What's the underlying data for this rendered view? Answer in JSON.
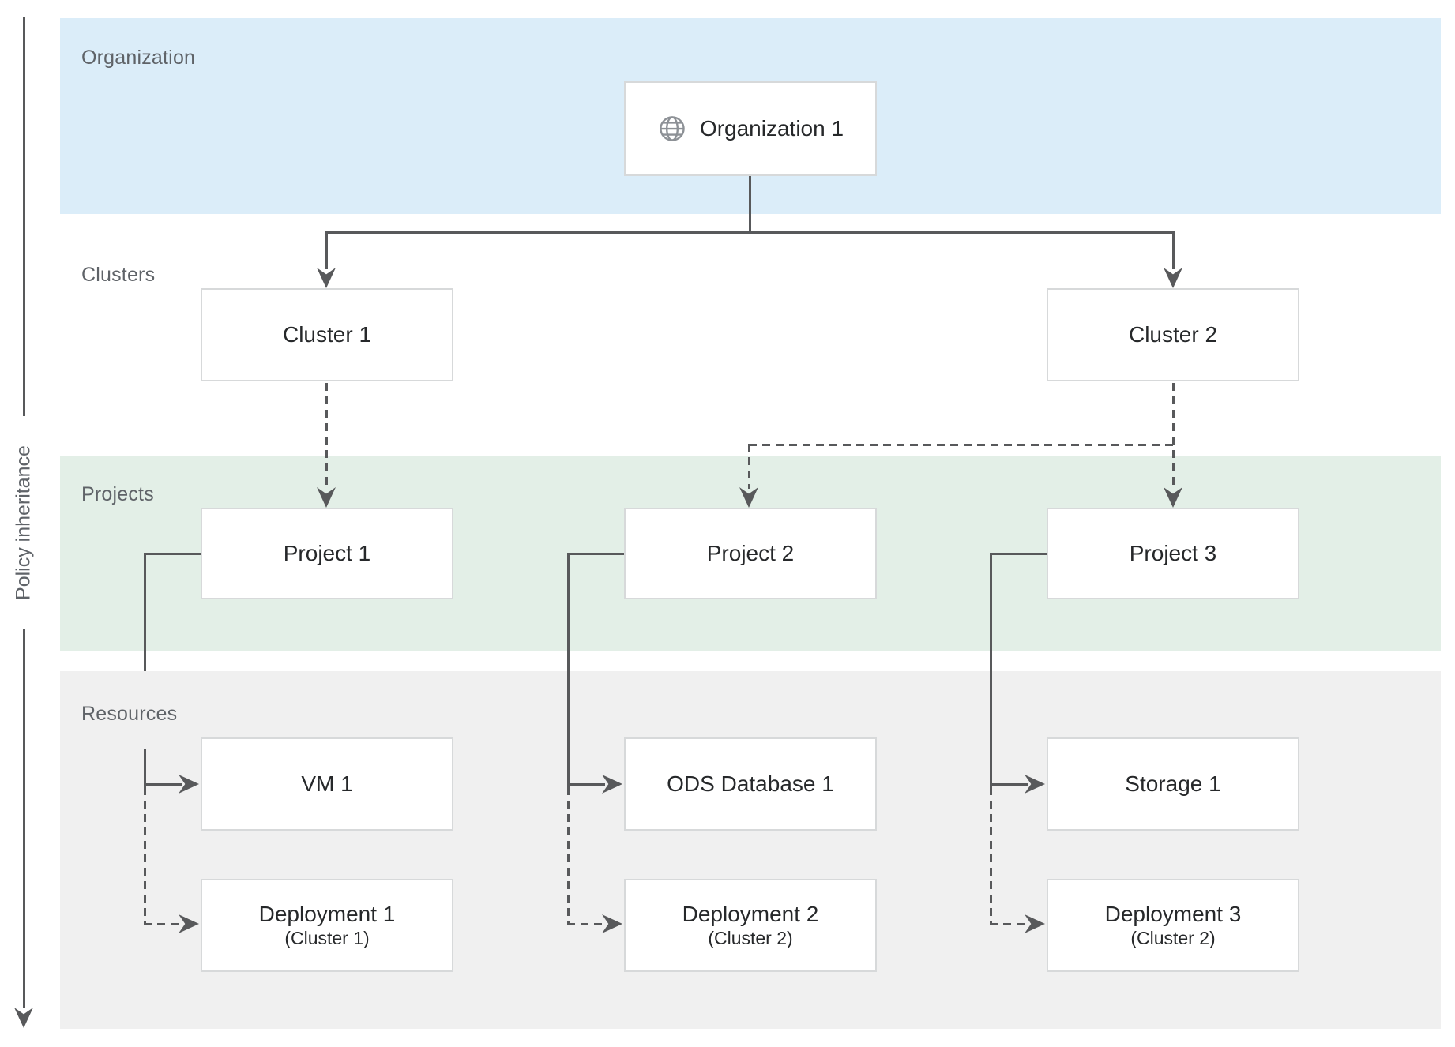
{
  "diagram": {
    "policy_axis_label": "Policy inheritance",
    "bands": [
      {
        "id": "organization",
        "label": "Organization",
        "color": "#dbedf9"
      },
      {
        "id": "clusters",
        "label": "Clusters",
        "color": "#ffffff"
      },
      {
        "id": "projects",
        "label": "Projects",
        "color": "#e3efe7"
      },
      {
        "id": "resources",
        "label": "Resources",
        "color": "#f0f0f0"
      }
    ],
    "nodes": {
      "organization1": {
        "label": "Organization 1",
        "icon": "globe-icon"
      },
      "cluster1": {
        "label": "Cluster 1"
      },
      "cluster2": {
        "label": "Cluster 2"
      },
      "project1": {
        "label": "Project 1"
      },
      "project2": {
        "label": "Project 2"
      },
      "project3": {
        "label": "Project 3"
      },
      "vm1": {
        "label": "VM 1"
      },
      "ods_database1": {
        "label": "ODS Database 1"
      },
      "storage1": {
        "label": "Storage 1"
      },
      "deployment1": {
        "label": "Deployment 1",
        "sublabel": "(Cluster 1)"
      },
      "deployment2": {
        "label": "Deployment 2",
        "sublabel": "(Cluster 2)"
      },
      "deployment3": {
        "label": "Deployment 3",
        "sublabel": "(Cluster 2)"
      }
    },
    "edges": [
      {
        "from": "Organization 1",
        "to": "Cluster 1",
        "style": "solid"
      },
      {
        "from": "Organization 1",
        "to": "Cluster 2",
        "style": "solid"
      },
      {
        "from": "Cluster 1",
        "to": "Project 1",
        "style": "dashed"
      },
      {
        "from": "Cluster 2",
        "to": "Project 2",
        "style": "dashed"
      },
      {
        "from": "Cluster 2",
        "to": "Project 3",
        "style": "dashed"
      },
      {
        "from": "Project 1",
        "to": "VM 1",
        "style": "solid"
      },
      {
        "from": "Project 1",
        "to": "Deployment 1",
        "style": "dashed"
      },
      {
        "from": "Project 2",
        "to": "ODS Database 1",
        "style": "solid"
      },
      {
        "from": "Project 2",
        "to": "Deployment 2",
        "style": "dashed"
      },
      {
        "from": "Project 3",
        "to": "Storage 1",
        "style": "solid"
      },
      {
        "from": "Project 3",
        "to": "Deployment 3",
        "style": "dashed"
      }
    ],
    "colors": {
      "connector": "#58595b",
      "node_border": "#d7d9da",
      "node_text": "#26282a",
      "band_label_text": "#5f6368",
      "globe_icon": "#8d9196"
    }
  }
}
